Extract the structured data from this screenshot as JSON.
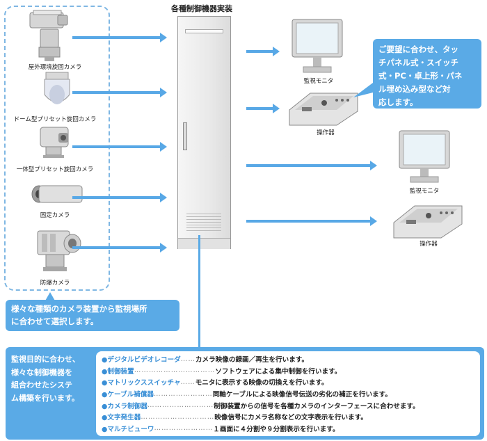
{
  "cabinet_title": "各種制御機器実装",
  "cameras": [
    {
      "label": "屋外環境旋回カメラ"
    },
    {
      "label": "ドーム型プリセット旋回カメラ"
    },
    {
      "label": "一体型プリセット旋回カメラ"
    },
    {
      "label": "固定カメラ"
    },
    {
      "label": "防爆カメラ"
    }
  ],
  "outputs": {
    "monitor1": "監視モニタ",
    "controller1": "操作器",
    "monitor2": "監視モニタ",
    "controller2": "操作器"
  },
  "callouts": {
    "camera_select": [
      "様々な種類のカメラ装置から監視場所",
      "に合わせて選択します。"
    ],
    "panel_types": [
      "ご要望に合わせ、タッ",
      "チパネル式・スイッチ",
      "式・PC・卓上形・パネ",
      "ル埋め込み型など対",
      "応します。"
    ]
  },
  "bottom": {
    "intro": [
      "監視目的に合わせ、",
      "様々な制御機器を",
      "組合わせたシステ",
      "ム構築を行います。"
    ],
    "devices": [
      {
        "name": "●デジタルビデオレコーダ",
        "dots": "……",
        "desc": "カメラ映像の録画／再生を行います。"
      },
      {
        "name": "●制御装置",
        "dots": "……………………………",
        "desc": "ソフトウェアによる集中制御を行います。"
      },
      {
        "name": "●マトリックススイッチャ",
        "dots": "……",
        "desc": "モニタに表示する映像の切換えを行います。"
      },
      {
        "name": "●ケーブル補償器",
        "dots": "……………………",
        "desc": "同軸ケーブルによる映像信号伝送の劣化の補正を行います。"
      },
      {
        "name": "●カメラ制御器",
        "dots": "………………………",
        "desc": "制御装置からの信号を各種カメラのインターフェースに合わせます。"
      },
      {
        "name": "●文字発生器",
        "dots": "…………………………",
        "desc": "映像信号にカメラ名称などの文字表示を行います。"
      },
      {
        "name": "●マルチビューワ",
        "dots": "……………………",
        "desc": "１画面に４分割や９分割表示を行います。"
      }
    ]
  },
  "colors": {
    "accent": "#5aaae6",
    "accent_text": "#3a8fd6"
  }
}
